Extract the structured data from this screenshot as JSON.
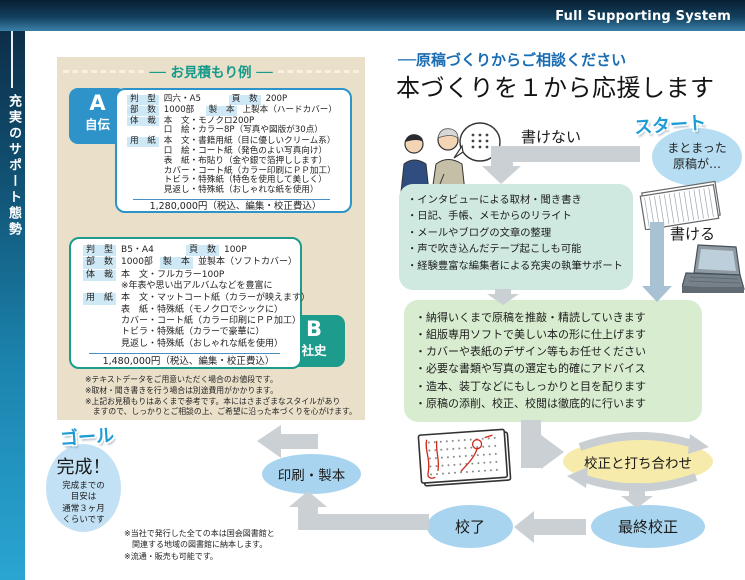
{
  "header": {
    "brand": "Full Supporting System"
  },
  "sidebar": {
    "vertical_label": "充実のサポート態勢"
  },
  "colors": {
    "header_navy": "#0c2740",
    "sidebar_blue": "#2aa5d2",
    "panel_tan": "#eae0ca",
    "box_a_blue": "#2e93c9",
    "box_b_teal": "#1d9b8d",
    "label_chip_blue": "#cfe8f5",
    "heading_blue": "#1a6db3",
    "pop_blue": "#1e9cd7",
    "bubble_blue": "#b7ddf3",
    "ellipse_blue": "#a8d4ef",
    "ellipse_yellow": "#f6ebaa",
    "support_box1_green": "#cfe8e0",
    "support_box2_green": "#d8ecd0",
    "arrow_gray": "#cbd0d4"
  },
  "estimate": {
    "title": "── お見積もり例 ──",
    "box_a": {
      "tab_letter": "A",
      "tab_label": "自伝",
      "row1": {
        "l1": "判　型",
        "v1": "四六・A5",
        "l2": "頁　数",
        "v2": "200P"
      },
      "row2": {
        "l1": "部　数",
        "v1": "1000部",
        "l2": "製　本",
        "v2": "上製本（ハードカバー）"
      },
      "taisai": {
        "label": "体　裁",
        "lines": [
          "本　文・モノクロ200P",
          "口　絵・カラー8P（写真や図版が30点）"
        ]
      },
      "yoshi": {
        "label": "用　紙",
        "lines": [
          "本　文・書籍用紙（目に優しいクリーム系）",
          "口　絵・コート紙（発色のよい写真向け）",
          "表　紙・布貼り（金や銀で箔押しします）",
          "カバー・コート紙（カラー印刷にＰＰ加工）",
          "トビラ・特殊紙（特色を使用して美しく）",
          "見返し・特殊紙（おしゃれな紙を使用）"
        ]
      },
      "price": "1,280,000円（税込、編集・校正費込）"
    },
    "box_b": {
      "tab_letter": "B",
      "tab_label": "社史",
      "row1": {
        "l1": "判　型",
        "v1": "B5・A4",
        "l2": "頁　数",
        "v2": "100P"
      },
      "row2": {
        "l1": "部　数",
        "v1": "1000部",
        "l2": "製　本",
        "v2": "並製本（ソフトカバー）"
      },
      "taisai": {
        "label": "体　裁",
        "lines": [
          "本　文・フルカラー100P",
          "※年表や思い出アルバムなどを豊富に"
        ]
      },
      "yoshi": {
        "label": "用　紙",
        "lines": [
          "本　文・マットコート紙（カラーが映えます）",
          "表　紙・特殊紙（モノクロでシックに）",
          "カバー・コート紙（カラー印刷にＰＰ加工）",
          "トビラ・特殊紙（カラーで豪華に）",
          "見返し・特殊紙（おしゃれな紙を使用）"
        ]
      },
      "price": "1,480,000円（税込、編集・校正費込）"
    },
    "notes": [
      "※テキストデータをご用意いただく場合のお値段です。",
      "※取材・聞き書きを行う場合は別途費用がかかります。",
      "※上記お見積もりはあくまで参考です。本にはさまざまなスタイルがあり",
      "　ますので、しっかりとご相談の上、ご希望に沿った本づくりを心がけます。"
    ]
  },
  "flow": {
    "subtitle": "──原稿づくりからご相談ください",
    "title": "本づくりを１から応援します",
    "start_badge": "スタート",
    "start_bubble_line1": "まとまった",
    "start_bubble_line2": "原稿が…",
    "cant_write": "書けない",
    "can_write": "書ける",
    "support_box1": [
      "・インタビューによる取材・聞き書き",
      "・日記、手帳、メモからのリライト",
      "・メールやブログの文章の整理",
      "・声で吹き込んだテープ起こしも可能",
      "・経験豊富な編集者による充実の執筆サポート"
    ],
    "support_box2": [
      "・納得いくまで原稿を推敲・精読していきます",
      "・組版専用ソフトで美しい本の形に仕上げます",
      "・カバーや表紙のデザイン等もお任せください",
      "・必要な書類や写真の選定も的確にアドバイス",
      "・造本、装丁などにもしっかりと目を配ります",
      "・原稿の添削、校正、校閲は徹底的に行います"
    ],
    "proof_meeting": "校正と打ち合わせ",
    "final_proof": "最終校正",
    "proof_done": "校了",
    "print_binding": "印刷・製本",
    "goal_badge": "ゴール",
    "goal_title": "完成！",
    "goal_lines": [
      "完成までの",
      "目安は",
      "通常３ヶ月",
      "くらいです"
    ],
    "footnotes": [
      "※当社で発行した全ての本は国会図書館と",
      "　関連する地域の図書館に納本します。",
      "※流通・販売も可能です。"
    ]
  }
}
